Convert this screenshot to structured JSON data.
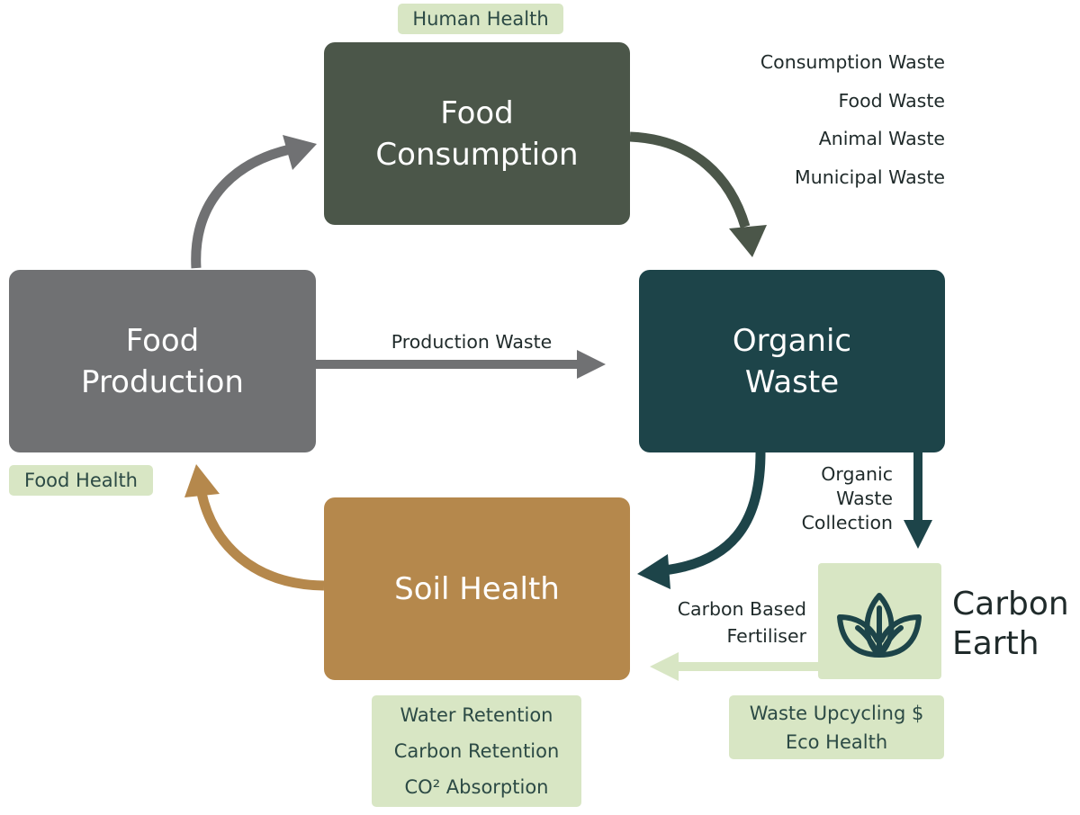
{
  "nodes": {
    "consumption": [
      "Food",
      "Consumption"
    ],
    "production": [
      "Food",
      "Production"
    ],
    "organic": [
      "Organic",
      "Waste"
    ],
    "soil": [
      "Soil Health"
    ]
  },
  "tags": {
    "human_health": "Human Health",
    "food_health": "Food Health",
    "soil_benefits": [
      "Water Retention",
      "Carbon Retention",
      "CO² Absorption"
    ],
    "upcycling": [
      "Waste Upcycling $",
      "Eco Health"
    ]
  },
  "waste_types": [
    "Consumption Waste",
    "Food Waste",
    "Animal Waste",
    "Municipal Waste"
  ],
  "edge_labels": {
    "production_waste": "Production Waste",
    "collection": [
      "Organic",
      "Waste",
      "Collection"
    ],
    "fertiliser": [
      "Carbon Based",
      "Fertiliser"
    ]
  },
  "brand": {
    "name_lines": [
      "Carbon",
      "Earth"
    ],
    "logo_icon": "leaf-logo-icon"
  },
  "colors": {
    "consumption": "#4b5649",
    "production": "#707173",
    "organic": "#1d4449",
    "soil": "#b5884c",
    "tag_bg": "#d8e6c4",
    "light_arrow": "#d8e6c4"
  }
}
